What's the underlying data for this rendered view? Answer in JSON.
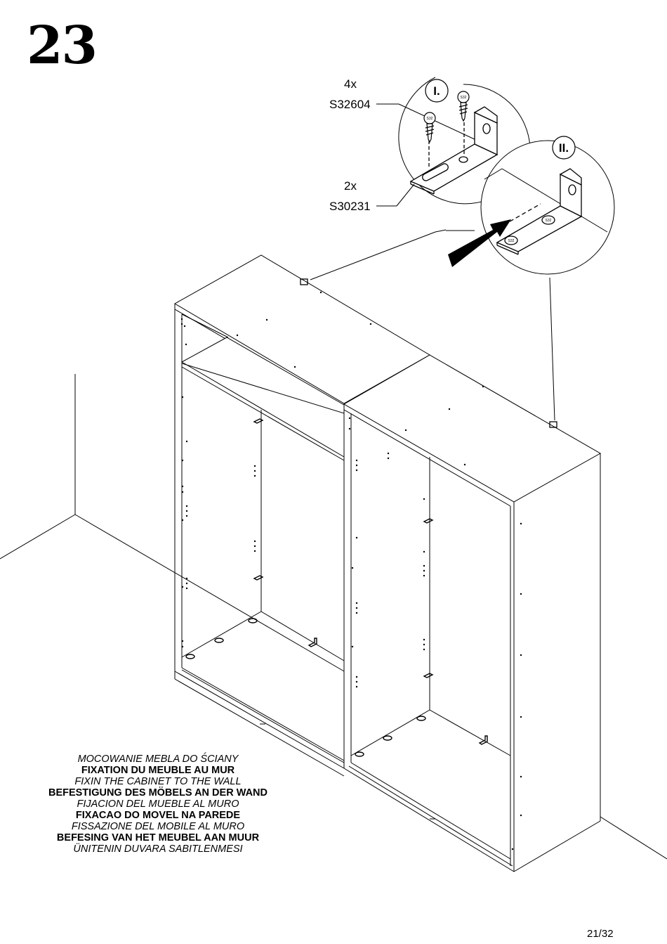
{
  "step": {
    "number": "23"
  },
  "parts": [
    {
      "qty": "4x",
      "code": "S32604"
    },
    {
      "qty": "2x",
      "code": "S30231"
    }
  ],
  "detail_steps": [
    "I.",
    "II."
  ],
  "screw_marking": "S32",
  "caption_lines": [
    "MOCOWANIE MEBLA DO ŚCIANY",
    "FIXATION DU MEUBLE AU MUR",
    "FIXIN THE CABINET TO THE WALL",
    "BEFESTIGUNG DES MÖBELS AN DER WAND",
    "FIJACION DEL MUEBLE AL MURO",
    "FIXACAO DO MOVEL NA PAREDE",
    "FISSAZIONE DEL MOBILE AL MURO",
    "BEFESING VAN HET MEUBEL AAN MUUR",
    "ÜNITENIN DUVARA SABITLENMESI"
  ],
  "page": "21/32"
}
